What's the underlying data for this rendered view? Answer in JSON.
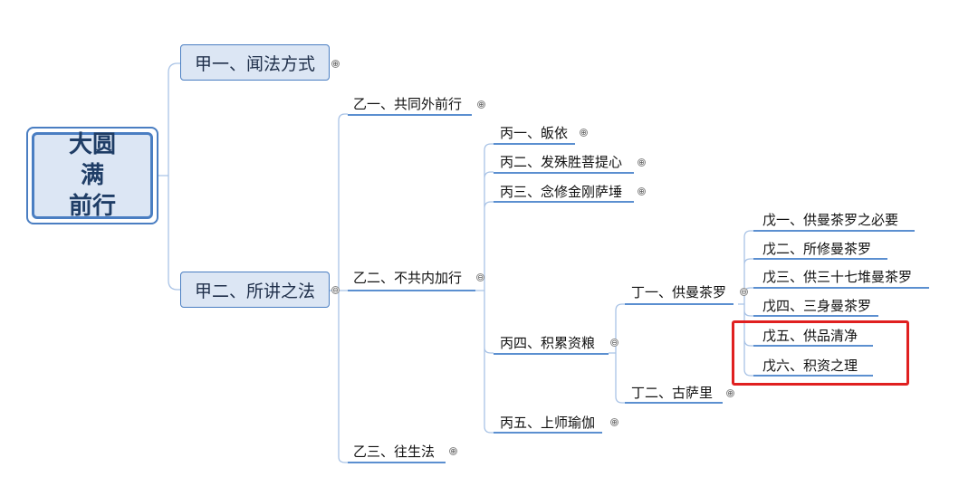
{
  "root": {
    "line1": "大圆满",
    "line2": "前行"
  },
  "jia1": "甲一、闻法方式",
  "jia2": "甲二、所讲之法",
  "yi1": "乙一、共同外前行",
  "yi2": "乙二、不共内加行",
  "yi3": "乙三、往生法",
  "bing1": "丙一、皈依",
  "bing2": "丙二、发殊胜菩提心",
  "bing3": "丙三、念修金刚萨埵",
  "bing4": "丙四、积累资粮",
  "bing5": "丙五、上师瑜伽",
  "ding1": "丁一、供曼茶罗",
  "ding2": "丁二、古萨里",
  "wu1": "戊一、供曼茶罗之必要",
  "wu2": "戊二、所修曼茶罗",
  "wu3": "戊三、供三十七堆曼茶罗",
  "wu4": "戊四、三身曼茶罗",
  "wu5": "戊五、供品清净",
  "wu6": "戊六、积资之理",
  "expand_icon": "⊕",
  "collapse_icon": "⊖",
  "colors": {
    "line": "#a9c3e6",
    "underline": "#5b8fd0",
    "box_fill": "#dce6f4",
    "box_border": "#4a7ec2",
    "highlight": "#e02020"
  }
}
